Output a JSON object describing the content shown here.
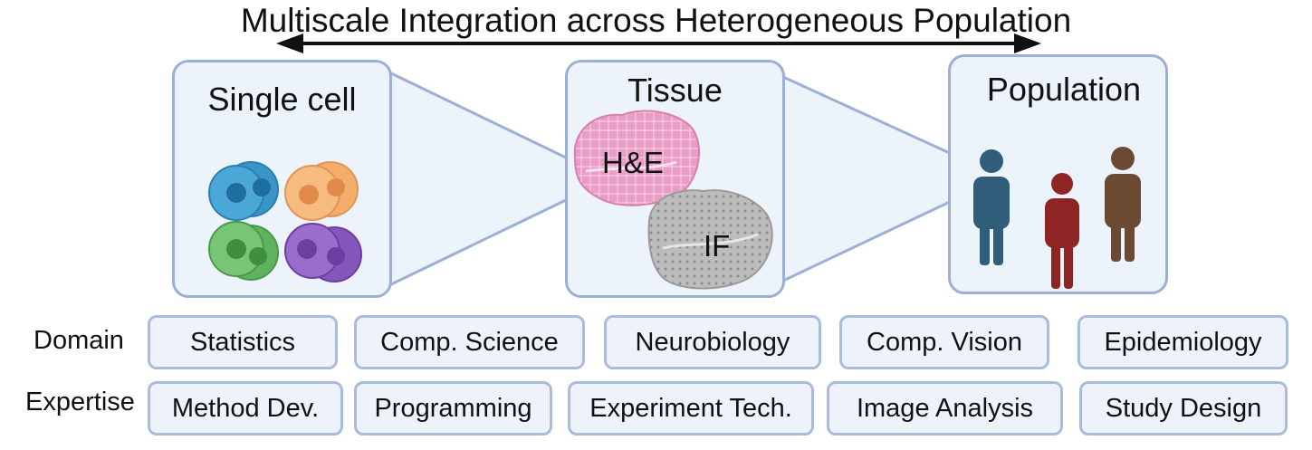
{
  "title": "Multiscale Integration across Heterogeneous Population",
  "panels": {
    "single_cell": "Single cell",
    "tissue": "Tissue",
    "population": "Population"
  },
  "tissue_labels": {
    "he": "H&E",
    "if": "IF"
  },
  "rows": {
    "domain_label": "Domain",
    "expertise_label": "Expertise",
    "domain": [
      "Statistics",
      "Comp. Science",
      "Neurobiology",
      "Comp. Vision",
      "Epidemiology"
    ],
    "expertise": [
      "Method Dev.",
      "Programming",
      "Experiment Tech.",
      "Image Analysis",
      "Study Design"
    ]
  },
  "colors": {
    "panel_fill": "#edf3fb",
    "panel_border": "#9bb0d4",
    "cell_blue": "#3fa0d0",
    "cell_orange": "#f4b373",
    "cell_green": "#6cbf6a",
    "cell_purple": "#8a5cc0",
    "he_pink": "#e79ac4",
    "if_gray": "#b9b9b9",
    "person_blue": "#2f5d7a",
    "person_red": "#8f2424",
    "person_brown": "#6b4a33"
  },
  "icons": [
    "double-arrow-icon",
    "cell-icon",
    "tissue-he-icon",
    "tissue-if-icon",
    "person-icon"
  ]
}
